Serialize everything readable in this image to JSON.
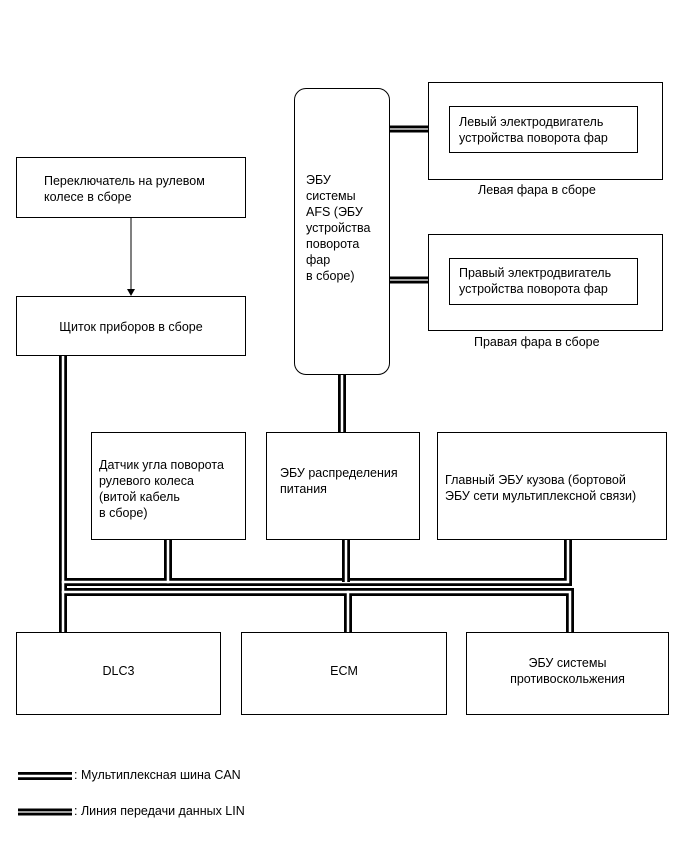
{
  "nodes": {
    "afs_ecu": "ЭБУ\nсистемы\nAFS (ЭБУ\nустройства\nповорота\nфар\nв сборе)",
    "left_motor": "Левый электродвигатель\nустройства поворота фар",
    "left_headlight": "Левая фара в сборе",
    "right_motor": "Правый электродвигатель\nустройства поворота фар",
    "right_headlight": "Правая фара в сборе",
    "steering_switch": "Переключатель на рулевом\nколесе в сборе",
    "combination_meter": "Щиток приборов в сборе",
    "steering_sensor": "Датчик угла поворота\nрулевого колеса\n(витой кабель\nв сборе)",
    "power_ecu": "ЭБУ распределения\nпитания",
    "main_body_ecu": "Главный ЭБУ кузова (бортовой\nЭБУ сети мультиплексной связи)",
    "dlc3": "DLC3",
    "ecm": "ECM",
    "skid_ecu": "ЭБУ системы\nпротивоскольжения"
  },
  "legend": {
    "can": ": Мультиплексная шина CAN",
    "lin": ": Линия передачи данных LIN"
  }
}
